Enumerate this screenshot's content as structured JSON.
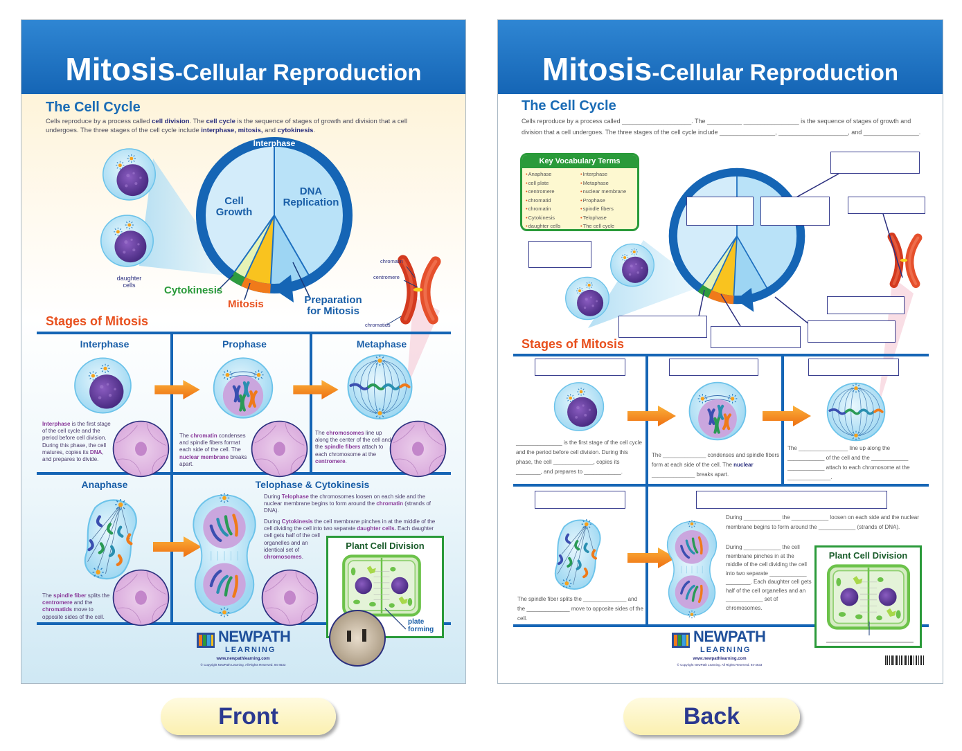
{
  "colors": {
    "header_blue": "#1565b5",
    "heading_orange": "#e8501e",
    "term_purple": "#8a3a9a",
    "cytokinesis_green": "#2a9a3a",
    "mitosis_yellow": "#f9c31f",
    "arrow_orange": "#f28a1a",
    "button_text": "#2b3990"
  },
  "front": {
    "title_main": "Mitosis",
    "title_sub": "-Cellular Reproduction",
    "cell_cycle_heading": "The Cell Cycle",
    "cell_cycle_text": [
      [
        "Cells reproduce by a process called ",
        ""
      ],
      [
        "cell division",
        "b"
      ],
      [
        ". The ",
        ""
      ],
      [
        "cell cycle",
        "b"
      ],
      [
        " is the sequence of stages of growth and division that a cell undergoes. The three stages of the cell cycle include ",
        ""
      ],
      [
        "interphase, mitosis,",
        "b"
      ],
      [
        " and ",
        ""
      ],
      [
        "cytokinesis",
        "b"
      ],
      [
        ".",
        ""
      ]
    ],
    "pie": {
      "interphase": "Interphase",
      "cell_growth": "Cell Growth",
      "dna_replication": "DNA Replication",
      "cytokinesis": "Cytokinesis",
      "mitosis": "Mitosis",
      "preparation": "Preparation for Mitosis"
    },
    "daughter_cells": "daughter cells",
    "chromosome": {
      "chromatin": "chromatin",
      "centromere": "centromere",
      "chromatids": "chromatids"
    },
    "stages_heading": "Stages of Mitosis",
    "stages": [
      {
        "name": "Interphase",
        "text": [
          [
            "Interphase",
            "p"
          ],
          [
            " is the first stage of the cell cycle and the period before cell division. During this phase, the cell matures, copies its ",
            ""
          ],
          [
            "DNA",
            "p"
          ],
          [
            ", and prepares to divide.",
            ""
          ]
        ]
      },
      {
        "name": "Prophase",
        "text": [
          [
            "The ",
            ""
          ],
          [
            "chromatin",
            "p"
          ],
          [
            " condenses and spindle fibers format each side of the cell. The ",
            ""
          ],
          [
            "nuclear membrane",
            "p"
          ],
          [
            " breaks apart.",
            ""
          ]
        ]
      },
      {
        "name": "Metaphase",
        "text": [
          [
            "The ",
            ""
          ],
          [
            "chromosomes",
            "p"
          ],
          [
            " line up along the center of the cell and the ",
            ""
          ],
          [
            "spindle fibers",
            "p"
          ],
          [
            " attach to each chromosome at the ",
            ""
          ],
          [
            "centromere",
            "p"
          ],
          [
            ".",
            ""
          ]
        ]
      },
      {
        "name": "Anaphase",
        "text": [
          [
            "The ",
            ""
          ],
          [
            "spindle fiber",
            "p"
          ],
          [
            " splits the ",
            ""
          ],
          [
            "centromere",
            "p"
          ],
          [
            " and the ",
            ""
          ],
          [
            "chromatids",
            "p"
          ],
          [
            " move to opposite sides of the cell.",
            ""
          ]
        ]
      },
      {
        "name": "Telophase & Cytokinesis",
        "text": [
          [
            "During ",
            ""
          ],
          [
            "Telophase",
            "p"
          ],
          [
            " the chromosomes loosen on each side and the nuclear membrane begins to form around the ",
            ""
          ],
          [
            "chromatin",
            "p"
          ],
          [
            " (strands of DNA).",
            ""
          ]
        ],
        "text2": [
          [
            "During ",
            ""
          ],
          [
            "Cytokinesis",
            "p"
          ],
          [
            " the cell membrane pinches in at the middle of the cell dividing the cell into two separate ",
            ""
          ],
          [
            "daughter cells.",
            "p"
          ],
          [
            " Each daughter cell gets half of the cell organelles and an identical set of ",
            ""
          ],
          [
            "chromosomes",
            "p"
          ],
          [
            ".",
            ""
          ]
        ]
      }
    ],
    "plant": {
      "title": "Plant Cell Division",
      "label": "plate forming"
    },
    "logo": {
      "line1": "NEWPATH",
      "line2": "LEARNING",
      "url": "www.newpathlearning.com",
      "copyright": "© Copyright NewPath Learning. All Rights Reserved. 94-4633"
    }
  },
  "back": {
    "title_main": "Mitosis",
    "title_sub": "-Cellular Reproduction",
    "cell_cycle_heading": "The Cell Cycle",
    "cell_cycle_text": [
      [
        "Cells reproduce by a process called ____________________.  The __________  ________________ is the sequence of stages of growth and division that a cell undergoes.  The three stages of the cell cycle include ________________, ____________________, and ________________.",
        ""
      ]
    ],
    "vocab_heading": "Key Vocabulary Terms",
    "vocab_left": [
      "Anaphase",
      "cell plate",
      "centromere",
      "chromatid",
      "chromatin",
      "Cytokinesis",
      "daughter cells"
    ],
    "vocab_right": [
      "Interphase",
      "Metaphase",
      "nuclear membrane",
      "Prophase",
      "spindle fibers",
      "Telophase",
      "The cell cycle"
    ],
    "stages_heading": "Stages of Mitosis",
    "stages": [
      {
        "text": [
          [
            "_______________ is the first stage of the cell cycle and the period before cell division.  During this phase, the cell _____________, copies its ________, and prepares to ____________.",
            ""
          ]
        ]
      },
      {
        "text": [
          [
            "The ______________ condenses and spindle fibers form at each side of the cell. The ",
            ""
          ],
          [
            "nuclear",
            "b"
          ],
          [
            " ______________ breaks apart.",
            ""
          ]
        ]
      },
      {
        "text": [
          [
            "The ________________ line up along the ____________ of the cell and the ____________ ____________ attach to each chromosome at the ______________.",
            ""
          ]
        ]
      },
      {
        "text": [
          [
            "The spindle fiber splits the ______________ and the ______________ move to opposite sides of the cell.",
            ""
          ]
        ]
      },
      {
        "text": [
          [
            "During ____________ the ____________ loosen on each side and the nuclear membrane begins to form around the ____________ (strands of DNA).",
            ""
          ]
        ],
        "text2": [
          [
            "During ____________ the cell membrane pinches in at the middle of the cell dividing the cell into two separate ____________ ________. Each daughter cell gets half of the cell organelles and an ____________ set of chromosomes.",
            ""
          ]
        ]
      }
    ],
    "plant": {
      "title": "Plant Cell Division"
    },
    "logo": {
      "line1": "NEWPATH",
      "line2": "LEARNING",
      "url": "www.newpathlearning.com",
      "copyright": "© Copyright NewPath Learning. All Rights Reserved. 94-4633"
    }
  },
  "buttons": {
    "front": "Front",
    "back": "Back"
  }
}
